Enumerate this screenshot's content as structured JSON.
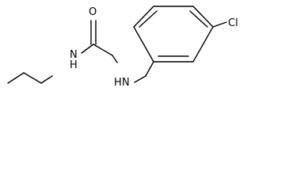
{
  "molecule": {
    "atoms": {
      "oxygen": "O",
      "amide_nitrogen": "N",
      "amide_hydrogen": "H",
      "amine_nitrogen": "N",
      "amine_hydrogen": "H",
      "chlorine": "Cl"
    },
    "colors": {
      "bond": "#000000",
      "text": "#000000",
      "background": "#ffffff"
    }
  }
}
